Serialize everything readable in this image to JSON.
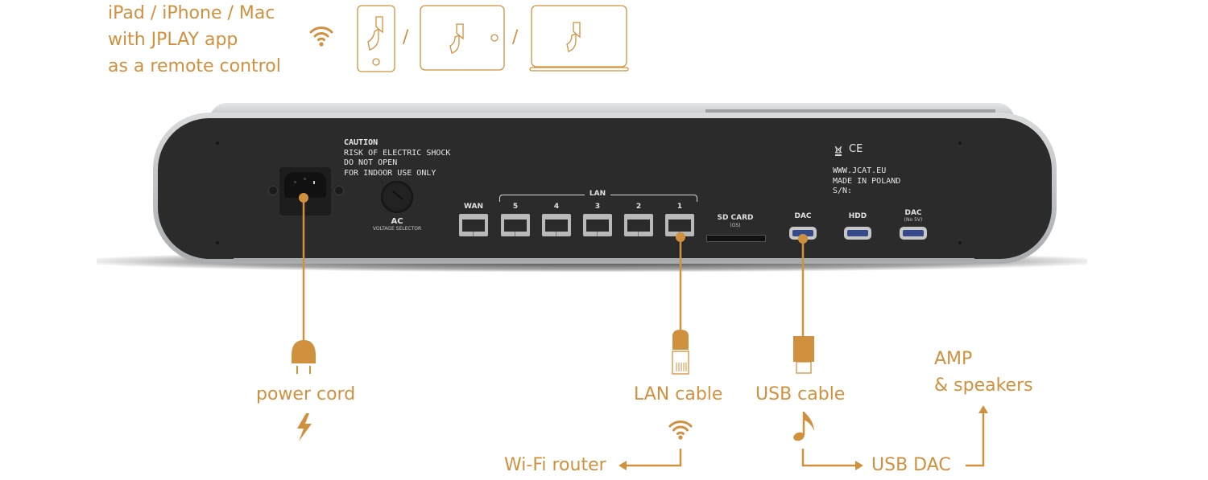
{
  "colors": {
    "accent": "#d0913f",
    "device_body": "#2b2b2b",
    "device_frame": "#c4c6c8",
    "usb_blue": "#364a8a"
  },
  "remote": {
    "lines": [
      "iPad / iPhone / Mac",
      "with JPLAY app",
      "as a remote control"
    ],
    "separator": "/",
    "devices": [
      "phone-icon",
      "tablet-icon",
      "laptop-icon"
    ]
  },
  "panel": {
    "caution_lines": [
      "CAUTION",
      "RISK OF ELECTRIC SHOCK",
      "DO NOT OPEN",
      "FOR INDOOR USE ONLY"
    ],
    "ac_label": "AC",
    "ac_sub": "VOLTAGE SELECTOR",
    "lan_group": "LAN",
    "network_ports": [
      "WAN",
      "5",
      "4",
      "3",
      "2",
      "1"
    ],
    "sd_label": "SD CARD",
    "sd_sub": "(OS)",
    "cert_marks": [
      "WEEE",
      "CE"
    ],
    "ce_text": "CE",
    "info_lines": [
      "WWW.JCAT.EU",
      "MADE IN POLAND",
      "S/N:"
    ],
    "usb_ports": [
      {
        "label": "DAC",
        "sub": ""
      },
      {
        "label": "HDD",
        "sub": ""
      },
      {
        "label": "DAC",
        "sub": "(No 5V)"
      }
    ]
  },
  "connections": {
    "power": {
      "label": "power cord",
      "icon": "lightning-icon"
    },
    "lan": {
      "label": "LAN cable",
      "icon": "wifi-icon",
      "destination": "Wi-Fi router"
    },
    "usb": {
      "label": "USB cable",
      "icon": "music-note-icon",
      "destination": "USB DAC"
    },
    "amp": {
      "lines": [
        "AMP",
        "& speakers"
      ]
    }
  }
}
